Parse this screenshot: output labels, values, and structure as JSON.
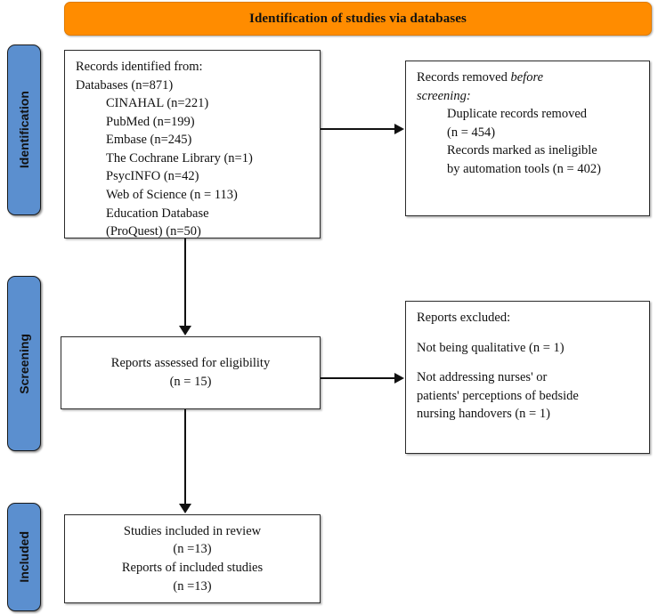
{
  "banner": {
    "title": "Identification of studies via databases"
  },
  "colors": {
    "banner_orange": "#FF8C00",
    "stage_blue": "#5B8FCF",
    "box_border": "#2b2b2b",
    "connector": "#111111"
  },
  "stages": [
    {
      "id": "identification",
      "label": "Identification"
    },
    {
      "id": "screening",
      "label": "Screening"
    },
    {
      "id": "included",
      "label": "Included"
    }
  ],
  "boxes": {
    "records_identified": {
      "lines": [
        {
          "text": "Records identified from:",
          "indent": false
        },
        {
          "text": "Databases (n=871)",
          "indent": false
        },
        {
          "text": "CINAHAL (n=221)",
          "indent": true
        },
        {
          "text": "PubMed (n=199)",
          "indent": true
        },
        {
          "text": "Embase (n=245)",
          "indent": true
        },
        {
          "text": "The Cochrane Library (n=1)",
          "indent": true
        },
        {
          "text": "PsycINFO (n=42)",
          "indent": true
        },
        {
          "text": "Web of Science (n = 113)",
          "indent": true
        },
        {
          "text": "Education Database",
          "indent": true
        },
        {
          "text": "(ProQuest) (n=50)",
          "indent": true
        }
      ]
    },
    "records_removed": {
      "heading_part1": "Records removed ",
      "heading_italic1": "before",
      "heading_italic2": "screening:",
      "lines": [
        {
          "text": "Duplicate records removed",
          "indent": true
        },
        {
          "text": "(n = 454)",
          "indent": true
        },
        {
          "text": "Records marked as ineligible",
          "indent": true
        },
        {
          "text": "by automation tools (n = 402)",
          "indent": true
        }
      ]
    },
    "reports_assessed": {
      "lines": [
        {
          "text": "Reports assessed for eligibility"
        },
        {
          "text": "(n = 15)"
        }
      ]
    },
    "reports_excluded": {
      "heading": "Reports excluded:",
      "items": [
        {
          "text": "Not being qualitative (n = 1)"
        },
        {
          "text": "Not addressing nurses' or"
        },
        {
          "text": "patients' perceptions of bedside"
        },
        {
          "text": "nursing handovers (n = 1)"
        }
      ]
    },
    "studies_included": {
      "lines": [
        {
          "text": "Studies included in review"
        },
        {
          "text": "(n =13)"
        },
        {
          "text": "Reports of included studies"
        },
        {
          "text": "(n =13)"
        }
      ]
    }
  },
  "connectors": [
    {
      "id": "identification-to-screening",
      "direction": "down"
    },
    {
      "id": "screening-to-included",
      "direction": "down"
    },
    {
      "id": "identified-to-removed",
      "direction": "right"
    },
    {
      "id": "assessed-to-excluded",
      "direction": "right"
    }
  ]
}
